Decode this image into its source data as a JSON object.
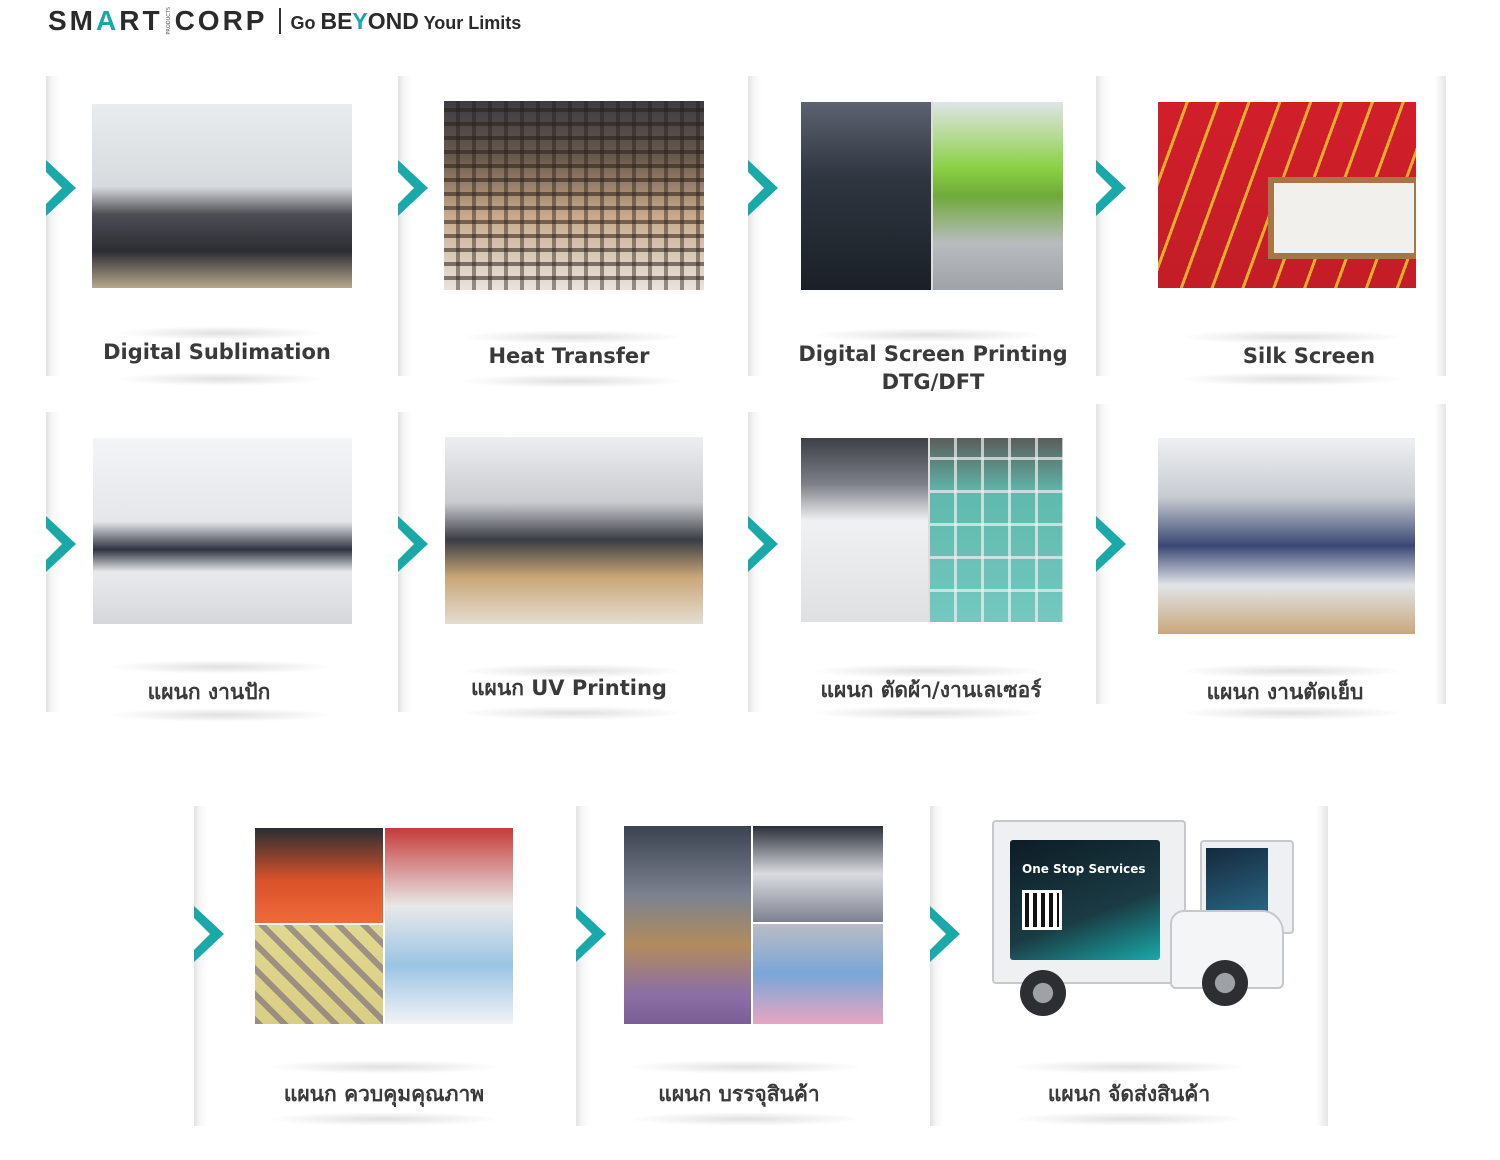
{
  "brand": {
    "name_part1": "SM",
    "name_accent": "A",
    "name_part2": "RT",
    "tiny": "PRODUCTS",
    "name_part3": "CORP",
    "tagline_go": "Go ",
    "tagline_b": "BE",
    "tagline_y": "Y",
    "tagline_ond": "OND",
    "tagline_rest": " Your Limits"
  },
  "departments": [
    {
      "label_line1": "Digital Sublimation",
      "label_line2": ""
    },
    {
      "label_line1": "Heat Transfer",
      "label_line2": ""
    },
    {
      "label_line1": "Digital Screen Printing",
      "label_line2": "DTG/DFT"
    },
    {
      "label_line1": "Silk Screen",
      "label_line2": ""
    },
    {
      "label_line1": "แผนก งานปัก",
      "label_line2": ""
    },
    {
      "label_line1": "แผนก UV Printing",
      "label_line2": ""
    },
    {
      "label_line1": "แผนก ตัดผ้า/งานเลเซอร์",
      "label_line2": ""
    },
    {
      "label_line1": "แผนก งานตัดเย็บ",
      "label_line2": ""
    },
    {
      "label_line1": "แผนก ควบคุมคุณภาพ",
      "label_line2": ""
    },
    {
      "label_line1": "แผนก บรรจุสินค้า",
      "label_line2": ""
    },
    {
      "label_line1": "แผนก  จัดส่งสินค้า",
      "label_line2": ""
    }
  ],
  "truck": {
    "title": "One Stop Services"
  },
  "colors": {
    "accent": "#1aa9a9",
    "text": "#3a3a3a"
  }
}
